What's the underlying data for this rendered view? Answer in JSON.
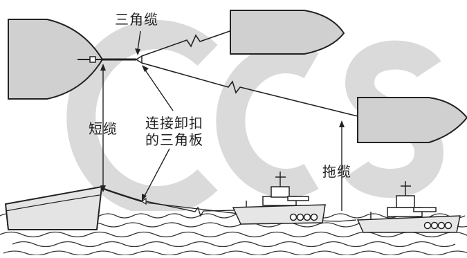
{
  "labels": {
    "triangle_cable": "三角缆",
    "short_cable": "短缆",
    "plate_line1": "连接卸扣",
    "plate_line2": "的三角板",
    "tow_cable": "拖缆"
  },
  "watermark": {
    "text": "CCS",
    "color": "#d9d9d9"
  },
  "colors": {
    "hull_fill": "#d0d0d0",
    "stroke": "#222222",
    "tug_hull": "#e6e6e6"
  }
}
